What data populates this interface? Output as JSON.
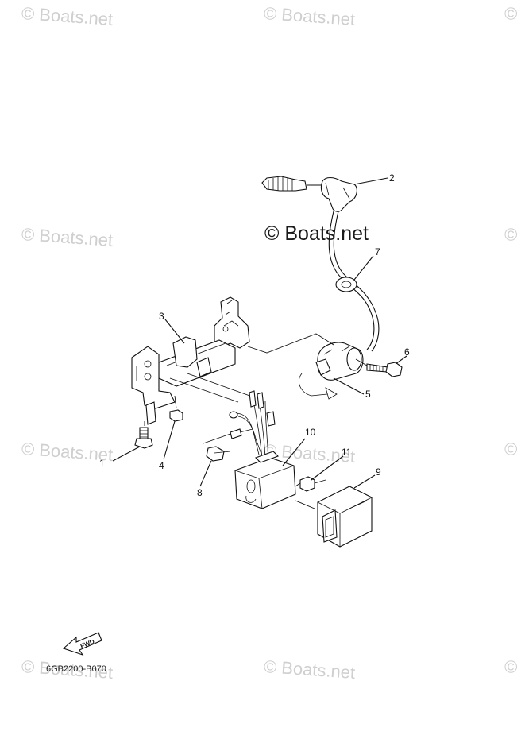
{
  "watermarks": {
    "main": "© Boats.net",
    "faint": "© Boats.net",
    "edge": "©"
  },
  "callouts": {
    "c1": "1",
    "c2": "2",
    "c3": "3",
    "c4": "4",
    "c5": "5",
    "c6": "6",
    "c7": "7",
    "c8": "8",
    "c9": "9",
    "c10": "10",
    "c11": "11"
  },
  "fwd_label": "FWD",
  "diagram_code": "6GB2200-B070"
}
